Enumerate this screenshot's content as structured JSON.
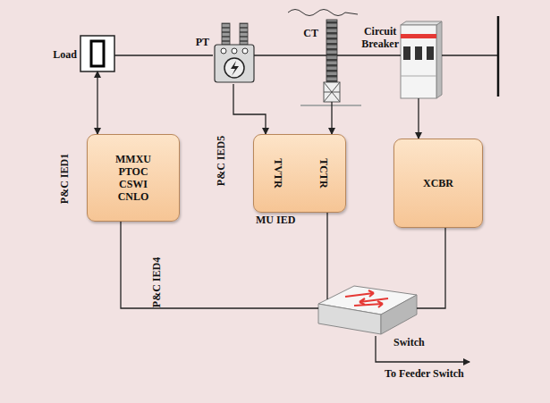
{
  "diagram": {
    "nodes": [
      {
        "text": [
          "Load"
        ]
      },
      {
        "text": [
          "PT"
        ]
      },
      {
        "text": [
          "CT"
        ]
      },
      {
        "text": [
          "Circuit Breaker"
        ]
      },
      {
        "text": [
          "MMXU PTOC CSWI CNLO"
        ]
      },
      {
        "text": [
          "TVTR",
          "TCTR",
          "MU IED"
        ]
      },
      {
        "text": [
          "XCBR"
        ]
      },
      {
        "text": [
          "Switch"
        ]
      }
    ],
    "edges": [
      {
        "from": 0,
        "to": 1,
        "arrow": "none"
      },
      {
        "from": 1,
        "to": 2,
        "arrow": "none"
      },
      {
        "from": 2,
        "to": 3,
        "arrow": "none"
      },
      {
        "from": 0,
        "to": 4,
        "arrow": "both"
      },
      {
        "from": 1,
        "to": 5,
        "arrow": "to"
      },
      {
        "from": 2,
        "to": 5,
        "arrow": "to"
      },
      {
        "from": 3,
        "to": 6,
        "arrow": "to"
      },
      {
        "from": 4,
        "to": 7,
        "arrow": "none"
      },
      {
        "from": 5,
        "to": 7,
        "arrow": "none"
      },
      {
        "from": 6,
        "to": 7,
        "arrow": "none"
      }
    ],
    "labels": [
      "P&C IED1",
      "P&C IED5",
      "P&C IED4",
      "To Feeder Switch"
    ]
  }
}
